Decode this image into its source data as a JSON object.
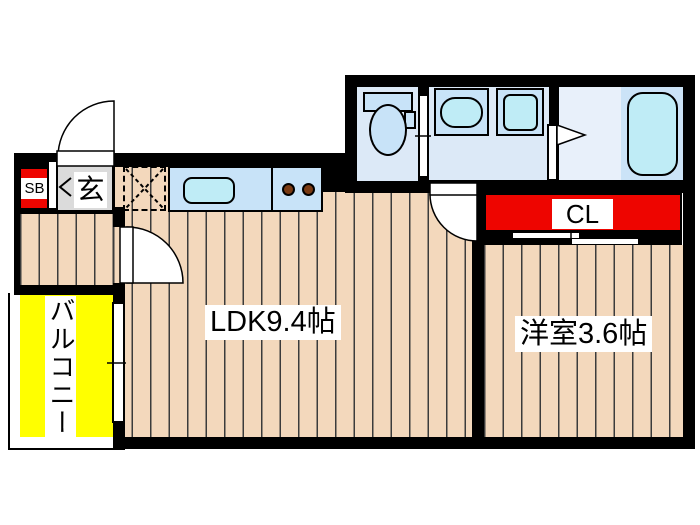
{
  "plan": {
    "labels": {
      "ldk": "LDK9.4帖",
      "western_room": "洋室3.6帖",
      "balcony": "バルコニー",
      "entrance": "玄",
      "shoe_box": "SB",
      "closet": "CL"
    },
    "colors": {
      "wall": "#000000",
      "floor_wood": "#F3D8BC",
      "floor_plank_line": "#3B3B3B",
      "wet_room_blue": "#DCE9F7",
      "fixture_blue": "#C8E3F8",
      "fixture_inner_cyan": "#BFECF6",
      "bathtub_zone_blue": "#CBE3F7",
      "shower_area_blue": "#E8F0FA",
      "closet_red": "#EE0500",
      "balcony_yellow": "#FFFF00",
      "entrance_gray": "#DBDBDB",
      "stove_burner_brown": "#7A3A12"
    },
    "fixtures": [
      "toilet",
      "washbasin",
      "washing-machine-pan",
      "bathtub",
      "kitchen-sink",
      "stove-burners",
      "appliance-space",
      "closet-sliding-door",
      "entrance-door",
      "balcony-window"
    ]
  }
}
